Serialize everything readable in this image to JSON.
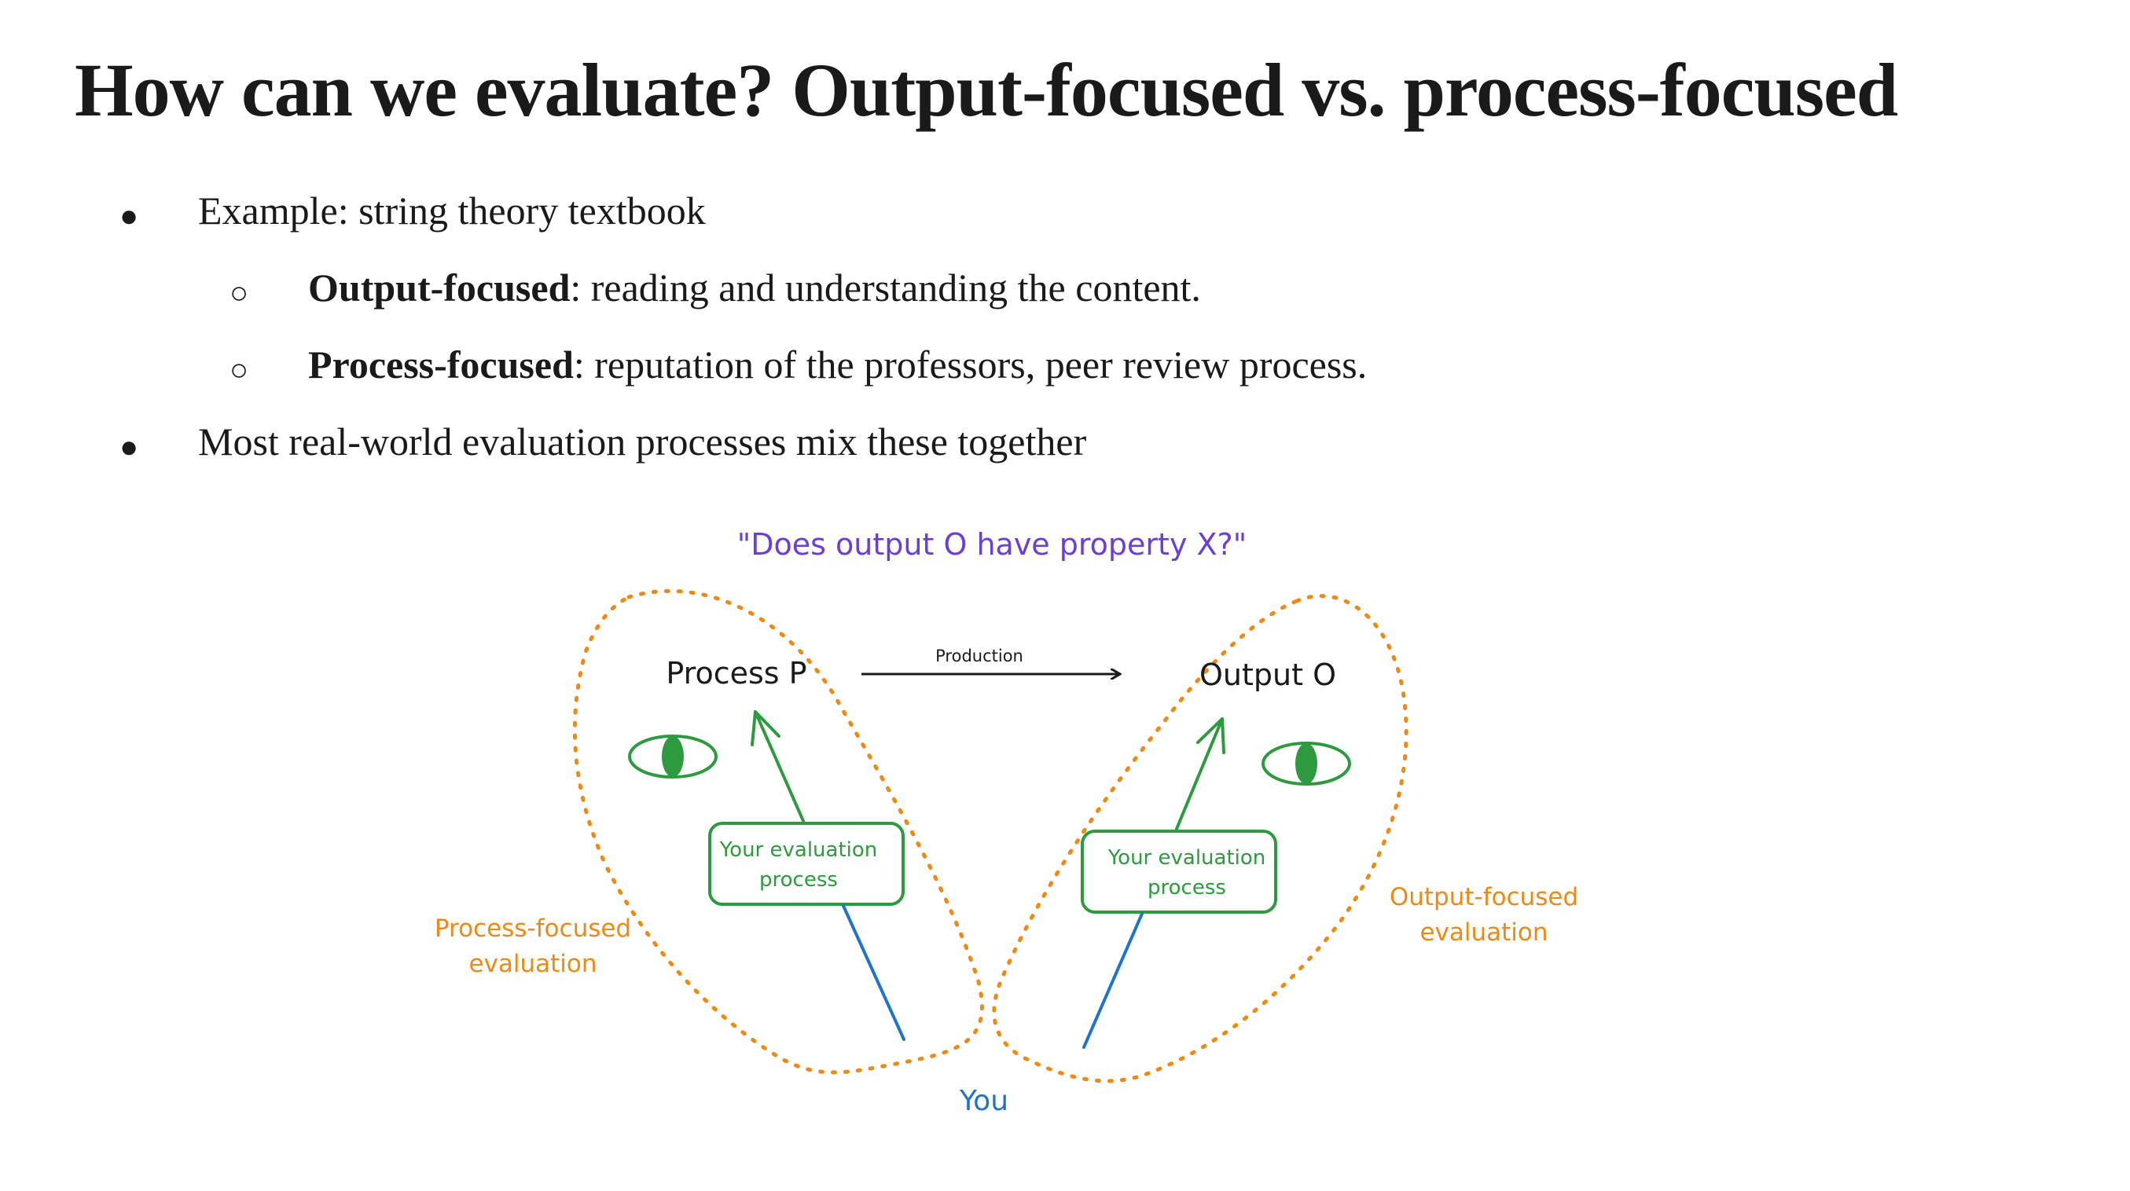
{
  "slide": {
    "title": "How can we evaluate? Output-focused vs. process-focused",
    "bullets": [
      {
        "marker": "●",
        "text": "Example: string theory textbook"
      },
      {
        "marker": "○",
        "bold": "Output-focused",
        "rest": ": reading and understanding the content."
      },
      {
        "marker": "○",
        "bold": "Process-focused",
        "rest": ": reputation of the professors, peer review process."
      },
      {
        "marker": "●",
        "text": "Most real-world evaluation processes mix these together"
      }
    ]
  },
  "diagram": {
    "question": "\"Does output O have property X?\"",
    "process_label": "Process P",
    "output_label": "Output O",
    "production_label": "Production",
    "left_box_line1": "Your evaluation",
    "left_box_line2": "process",
    "right_box_line1": "Your evaluation",
    "right_box_line2": "process",
    "process_focused_line1": "Process-focused",
    "process_focused_line2": "evaluation",
    "output_focused_line1": "Output-focused",
    "output_focused_line2": "evaluation",
    "you_label": "You",
    "colors": {
      "question": "#6a3fd6",
      "green": "#2e9a3f",
      "blue": "#1f74c9",
      "orange": "#ee8a14",
      "black": "#1a1a1a"
    }
  }
}
